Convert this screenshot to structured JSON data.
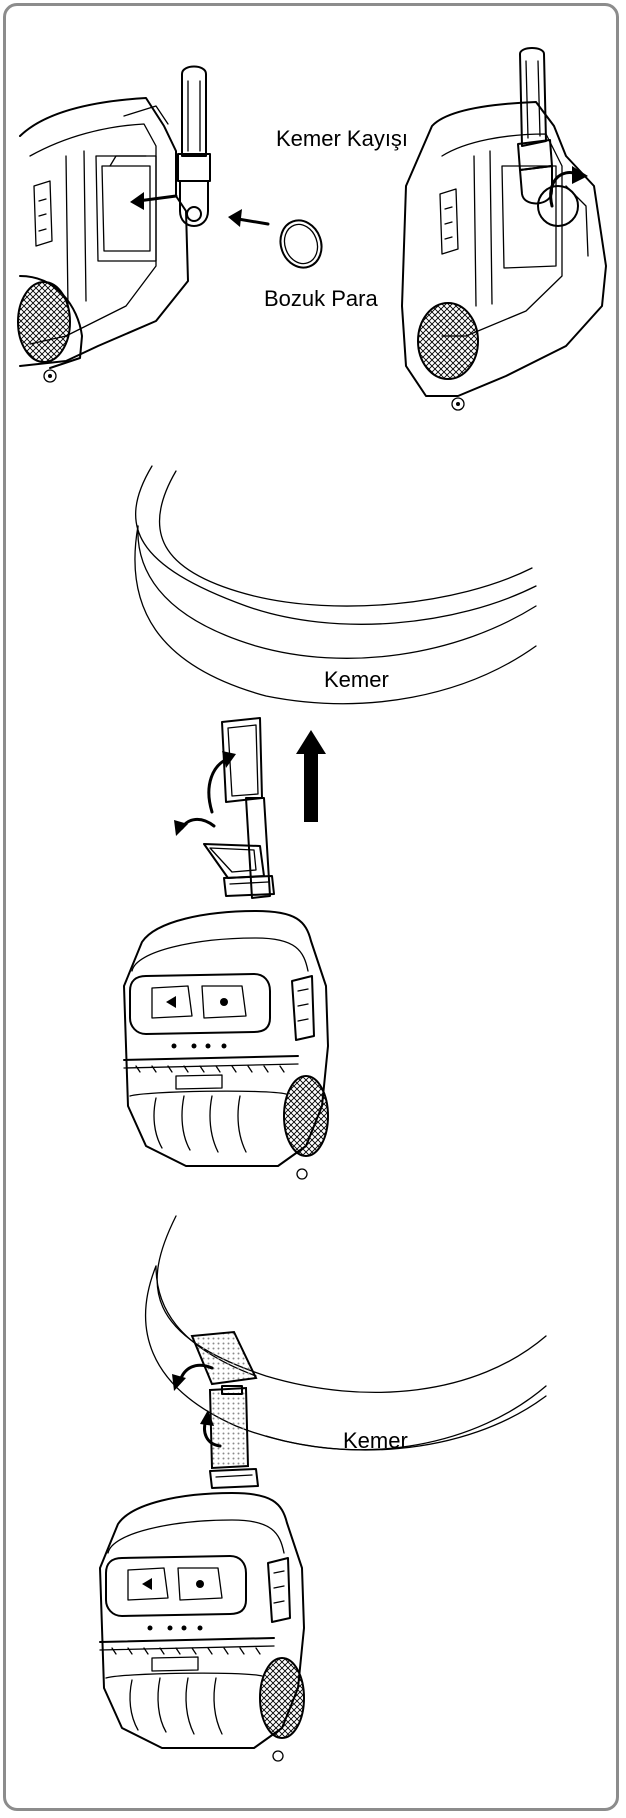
{
  "labels": {
    "belt_strap": "Kemer Kayışı",
    "coin": "Bozuk Para",
    "belt_1": "Kemer",
    "belt_2": "Kemer"
  },
  "colors": {
    "ink": "#000000",
    "frame_border": "#8c8c8c",
    "background": "#ffffff",
    "velcro_dots": "#9a9a9a"
  }
}
